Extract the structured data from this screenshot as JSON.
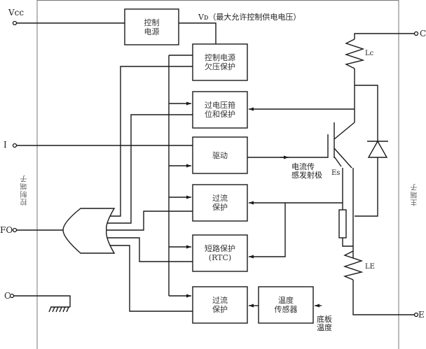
{
  "terminals": {
    "vcc": "Vcc",
    "i": "I",
    "fo": "FO",
    "c_left": "C",
    "c_right": "C",
    "e_right": "E"
  },
  "labels": {
    "vd_note": "Vᴅ（最大允许控制供电电压）",
    "vd_short": "VD",
    "lc": "Lc",
    "le": "LE",
    "es": "Es",
    "sense_emitter": "电流传\n感发射极",
    "baseplate_temp": "底板\n温度",
    "control_terminals": "控制端子",
    "main_terminals": "主端子"
  },
  "blocks": {
    "control_power": "控制\n电源",
    "uv_protection": "控制电源\n欠压保护",
    "ov_clamp": "过电压箝\n位和保护",
    "driver": "驱动",
    "oc_protection": "过流\n保护",
    "sc_protection": "短路保护\n(RTC)",
    "ot_protection": "过流\n保护",
    "temp_sensor": "温度\n传感器"
  }
}
